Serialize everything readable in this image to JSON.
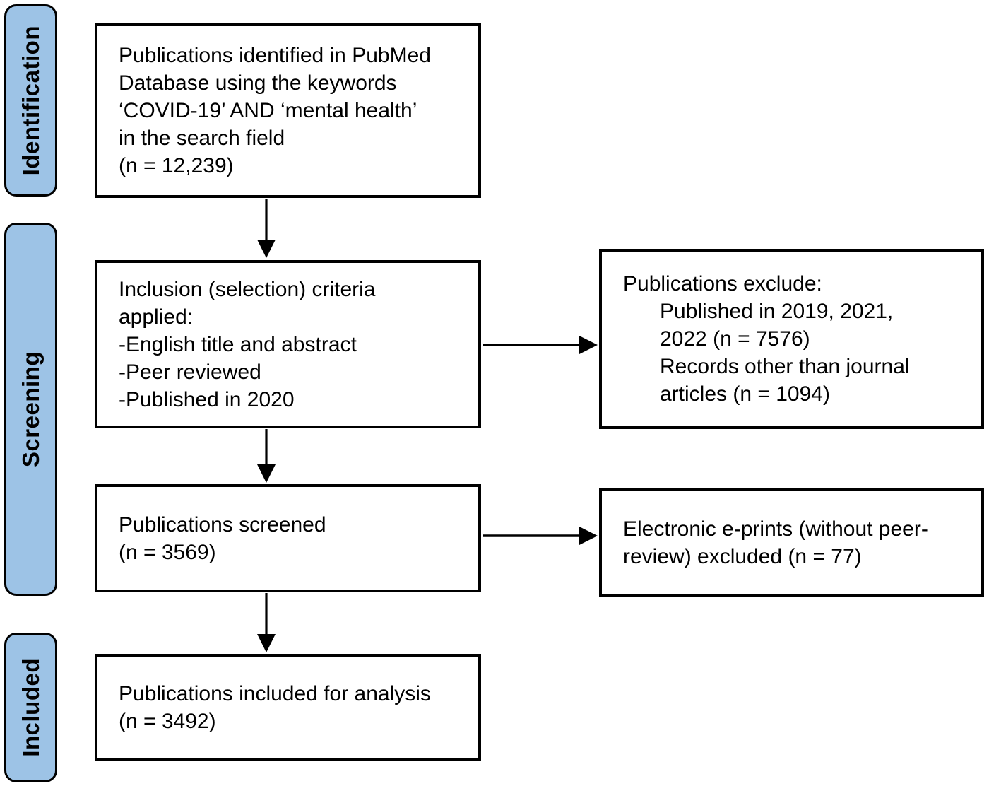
{
  "diagram": {
    "type": "flowchart",
    "kind": "PRISMA-style literature selection flow",
    "colors": {
      "stage_fill": "#9DC3E6",
      "box_fill": "#FFFFFF",
      "border": "#000000",
      "text": "#000000"
    },
    "stages": [
      {
        "label": "Identification"
      },
      {
        "label": "Screening"
      },
      {
        "label": "Included"
      }
    ],
    "boxes": {
      "identified": {
        "lines": [
          "Publications identified in PubMed",
          "Database using the keywords",
          "‘COVID-19’ AND ‘mental health’",
          "in the search field",
          "(n = 12,239)"
        ],
        "count": "12,239"
      },
      "criteria": {
        "lines": [
          "Inclusion (selection) criteria",
          "applied:",
          "-English title and abstract",
          "-Peer reviewed",
          "-Published in 2020"
        ]
      },
      "screened": {
        "lines": [
          "Publications screened",
          "(n = 3569)"
        ],
        "count": "3569"
      },
      "included": {
        "lines": [
          "Publications included for analysis",
          "(n = 3492)"
        ],
        "count": "3492"
      },
      "excluded1": {
        "lines": [
          "Publications exclude:",
          "Published in 2019, 2021,",
          "2022 (n = 7576)",
          "Records other than journal",
          "articles (n = 1094)"
        ],
        "counts": [
          "7576",
          "1094"
        ]
      },
      "excluded2": {
        "lines": [
          "Electronic e-prints (without peer-",
          "review) excluded (n = 77)"
        ],
        "count": "77"
      }
    }
  }
}
